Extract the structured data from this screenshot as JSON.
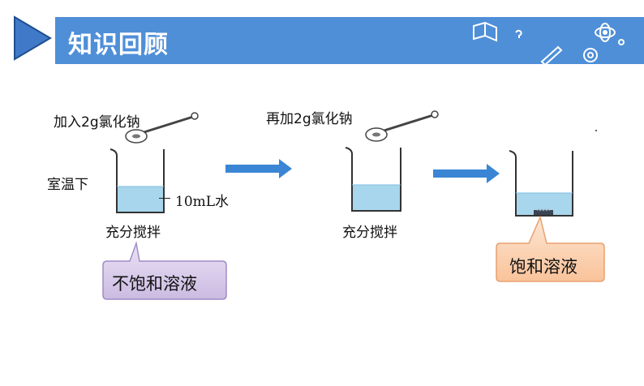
{
  "header": {
    "title": "知识回顾"
  },
  "step1": {
    "add_label": "加入2g氯化钠",
    "condition_label": "室温下",
    "water_label": "10mL水",
    "stir_label": "充分搅拌",
    "result": "不饱和溶液"
  },
  "step2": {
    "add_label": "再加2g氯化钠",
    "stir_label": "充分搅拌"
  },
  "step3": {
    "result": "饱和溶液"
  },
  "colors": {
    "header_bg": "#4f8fd8",
    "header_arrow": "#3a6fb8",
    "arrow": "#3a86d4",
    "solution": "#a8d6ec",
    "unsaturated_callout": "#dcd0ec",
    "saturated_callout": "#fcd5b5"
  }
}
